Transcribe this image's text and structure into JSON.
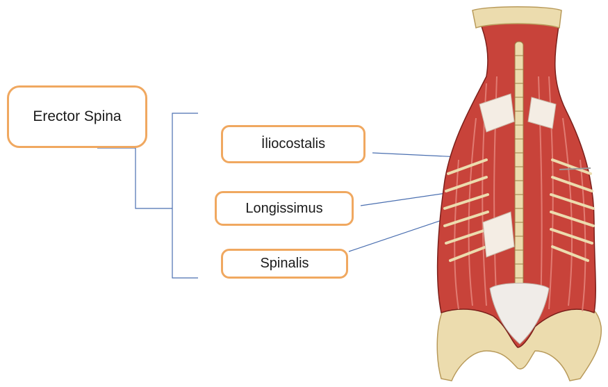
{
  "diagram": {
    "root_label": "Erector Spina",
    "branches": [
      {
        "label": "İliocostalis"
      },
      {
        "label": "Longissimus"
      },
      {
        "label": "Spinalis"
      }
    ],
    "colors": {
      "box_border": "#f0a860",
      "connector": "#4a6fb0",
      "muscle": "#c8433a",
      "bone": "#ecdcae"
    },
    "illustration": "back-muscles-anatomy-icon"
  }
}
